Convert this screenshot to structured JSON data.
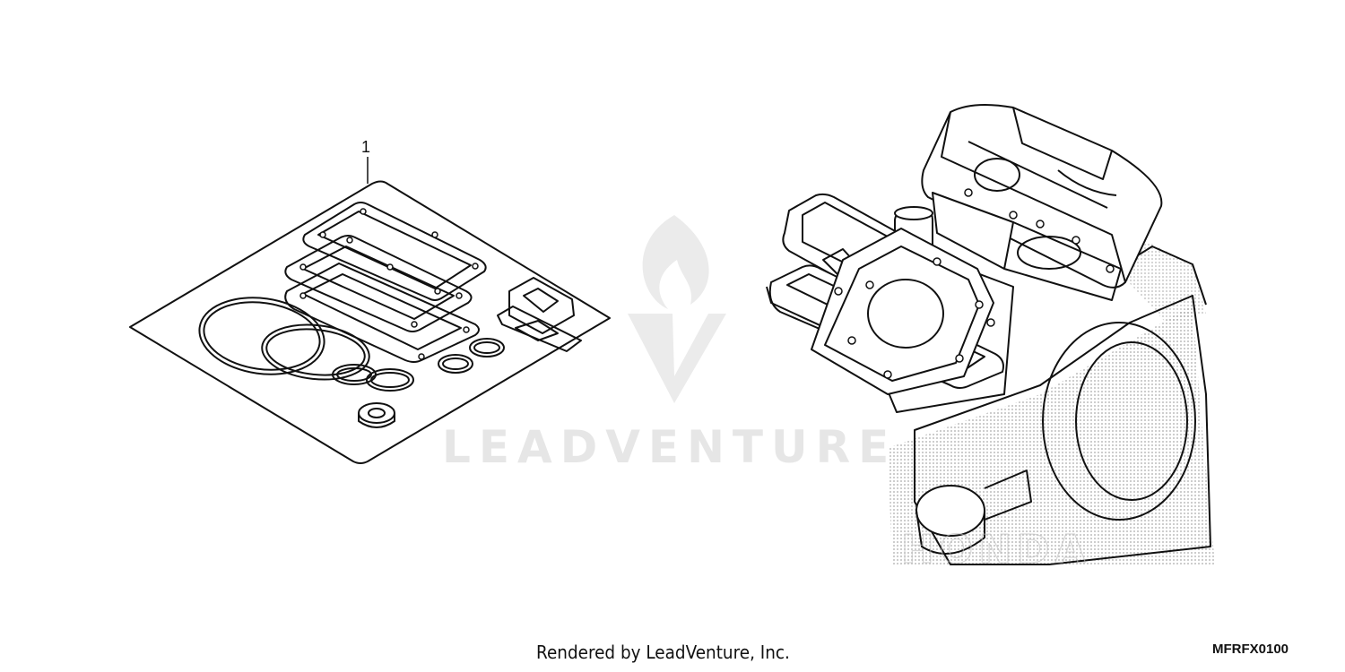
{
  "diagram": {
    "callout_label": "1",
    "watermark_text": "LEADVENTURE",
    "brand_mark_text": "HONDA",
    "footer_text": "Rendered by LeadVenture, Inc.",
    "diagram_code": "MFRFX0100"
  },
  "icons": {
    "watermark_logo": "flame-v-logo-icon",
    "gasket_kit": "gasket-kit-icon",
    "engine": "v-twin-engine-icon"
  },
  "colors": {
    "line": "#111111",
    "watermark": "#e6e6e6",
    "stipple": "#9a9a9a",
    "background": "#ffffff"
  }
}
